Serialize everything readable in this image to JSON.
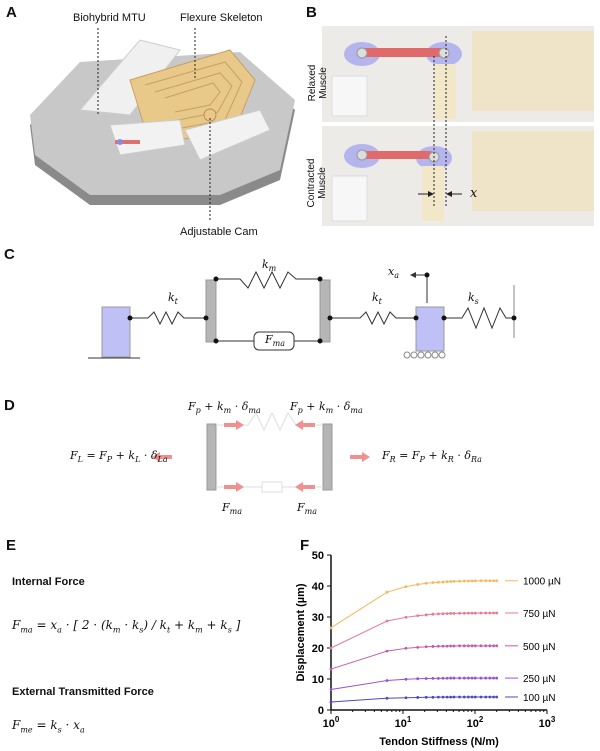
{
  "panels": {
    "a": "A",
    "b": "B",
    "c": "C",
    "d": "D",
    "e": "E",
    "f": "F"
  },
  "panel_a": {
    "label_mtu": "Biohybrid MTU",
    "label_skeleton": "Flexure Skeleton",
    "label_cam": "Adjustable Cam"
  },
  "panel_b": {
    "relaxed": "Relaxed Muscle",
    "contracted": "Contracted Muscle",
    "x_label": "x"
  },
  "panel_c": {
    "km": "k_{m}",
    "kt_left": "k_{t}",
    "kt_right": "k_{t}",
    "ks": "k_{s}",
    "fma": "F_{ma}",
    "xa": "x_{a}"
  },
  "panel_d": {
    "top_left": "F_{p} + k_{m} · δ_{ma}",
    "top_right": "F_{p} + k_{m} · δ_{ma}",
    "left": "F_{L} = F_{P} + k_{L} · δ_{La}",
    "right": "F_{R} = F_{P} + k_{R} · δ_{Ra}",
    "bottom_left": "F_{ma}",
    "bottom_right": "F_{ma}"
  },
  "panel_e": {
    "internal_title": "Internal Force",
    "internal_eq": "F_{ma} = x_{a} · [ 2 · (k_{m} · k_{s}) / k_{t} + k_{m} + k_{s} ]",
    "external_title": "External Transmitted Force",
    "external_eq": "F_{me} = k_{s} · x_{a}"
  },
  "chart_data": {
    "type": "line",
    "xlabel": "Tendon Stiffness (N/m)",
    "ylabel": "Displacement (µm)",
    "xscale": "log",
    "xlim": [
      1,
      1000
    ],
    "ylim": [
      0,
      50
    ],
    "xticks": [
      "10^0",
      "10^1",
      "10^2",
      "10^3"
    ],
    "yticks": [
      0,
      10,
      20,
      30,
      40,
      50
    ],
    "legend_placement": "right",
    "x": [
      1,
      6,
      11,
      16,
      21,
      26,
      31,
      36,
      41,
      46,
      51,
      61,
      71,
      81,
      91,
      101,
      121,
      141,
      161,
      181,
      200
    ],
    "series": [
      {
        "name": "1000 µN",
        "color": "#f5b860",
        "values": [
          26.5,
          38,
          39.8,
          40.5,
          40.9,
          41.1,
          41.2,
          41.3,
          41.4,
          41.45,
          41.5,
          41.55,
          41.6,
          41.6,
          41.65,
          41.65,
          41.7,
          41.7,
          41.7,
          41.7,
          41.7
        ]
      },
      {
        "name": "750 µN",
        "color": "#e8788a",
        "values": [
          20,
          28.7,
          29.9,
          30.4,
          30.7,
          30.9,
          31,
          31.05,
          31.1,
          31.15,
          31.15,
          31.2,
          31.2,
          31.25,
          31.25,
          31.25,
          31.3,
          31.3,
          31.3,
          31.3,
          31.3
        ]
      },
      {
        "name": "500 µN",
        "color": "#c25ab0",
        "values": [
          13.2,
          19,
          19.9,
          20.2,
          20.4,
          20.5,
          20.55,
          20.6,
          20.6,
          20.65,
          20.65,
          20.7,
          20.7,
          20.7,
          20.7,
          20.7,
          20.7,
          20.7,
          20.7,
          20.7,
          20.7
        ]
      },
      {
        "name": "250 µN",
        "color": "#9b52d0",
        "values": [
          6.6,
          9.5,
          9.9,
          10.1,
          10.15,
          10.2,
          10.2,
          10.25,
          10.25,
          10.3,
          10.3,
          10.3,
          10.3,
          10.3,
          10.3,
          10.3,
          10.3,
          10.3,
          10.3,
          10.3,
          10.3
        ]
      },
      {
        "name": "100 µN",
        "color": "#4b48c0",
        "values": [
          2.6,
          3.8,
          3.95,
          4.05,
          4.1,
          4.1,
          4.15,
          4.15,
          4.15,
          4.15,
          4.2,
          4.2,
          4.2,
          4.2,
          4.2,
          4.2,
          4.2,
          4.2,
          4.2,
          4.2,
          4.2
        ]
      }
    ]
  }
}
